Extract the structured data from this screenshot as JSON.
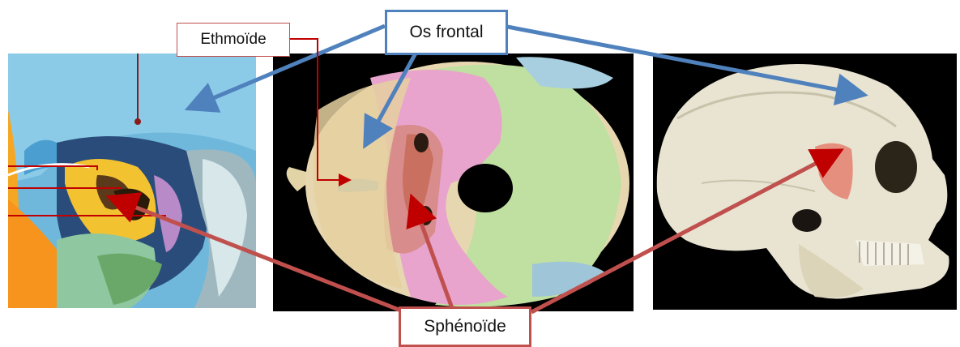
{
  "labels": {
    "ethmoide": "Ethmoïde",
    "frontal": "Os frontal",
    "sphenoide": "Sphénoïde"
  },
  "panels": [
    {
      "name": "orbit-illustration",
      "content": "colored orbital bones drawing"
    },
    {
      "name": "skull-base-superior-view",
      "content": "colored cranial base photograph"
    },
    {
      "name": "skull-lateral-view",
      "content": "skull photograph side view"
    }
  ],
  "colors": {
    "frontal_arrow": "#4f81bd",
    "sphenoide_arrow": "#c0504d",
    "ethmoide_line": "#c00000",
    "frontal_bone": "#7fb6d6",
    "sphenoid_bone": "#e8a0c8",
    "occipital_bone": "#b8dc9a",
    "parietal_bone": "#e8d8b0"
  }
}
